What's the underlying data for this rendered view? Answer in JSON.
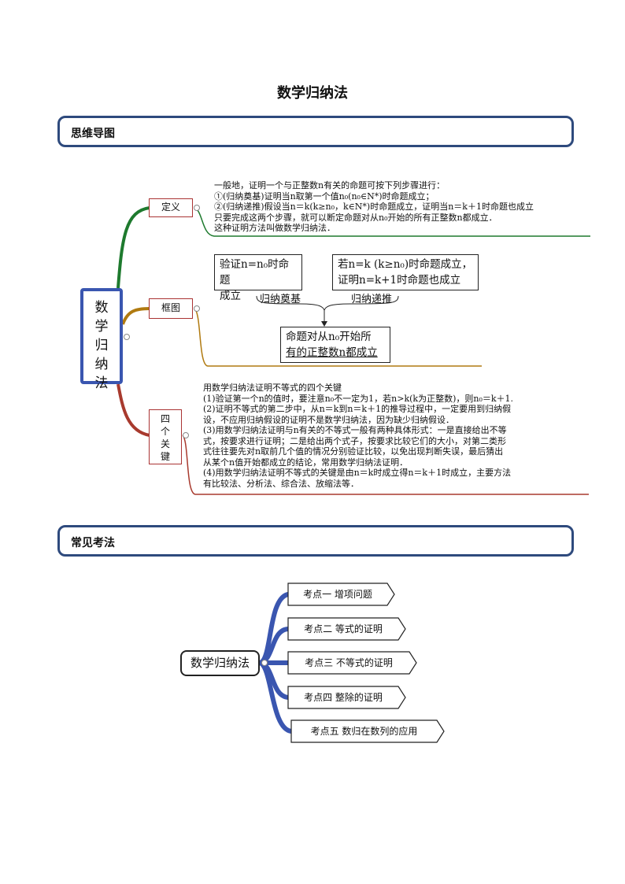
{
  "page_title": "数学归纳法",
  "sections": {
    "mindmap": "思维导图",
    "common": "常见考法"
  },
  "mindmap": {
    "root": [
      "数",
      "学",
      "归",
      "纳",
      "法"
    ],
    "branches": {
      "definition": {
        "label": "定义",
        "lines": [
          "一般地，证明一个与正整数n有关的命题可按下列步骤进行：",
          "①(归纳奠基)证明当n取第一个值n₀(n₀∈N*)时命题成立；",
          "②(归纳递推)假设当n＝k(k≥n₀，k∈N*)时命题成立，证明当n＝k＋1时命题也成立",
          "只要完成这两个步骤，就可以断定命题对从n₀开始的所有正整数n都成立．",
          "这种证明方法叫做数学归纳法．"
        ]
      },
      "flowchart": {
        "label": "框图",
        "box1_line1": "验证n=n₀时命题",
        "box1_line2": "成立",
        "box2_line1": "若n=k (k≥n₀)时命题成立，",
        "box2_line2": "证明n=k+1时命题也成立",
        "brace1": "归纳奠基",
        "brace2": "归纳递推",
        "box3_line1": "命题对从n₀开始所",
        "box3_line2": "有的正整数n都成立"
      },
      "keys": {
        "label": [
          "四",
          "个",
          "关",
          "键"
        ],
        "lines": [
          "用数学归纳法证明不等式的四个关键",
          "(1)验证第一个n的值时，要注意n₀不一定为1，若n>k(k为正整数)，则n₀＝k＋1.",
          "(2)证明不等式的第二步中，从n＝k到n＝k＋1的推导过程中，一定要用到归纳假",
          "设，不应用归纳假设的证明不是数学归纳法，因为缺少归纳假设．",
          "(3)用数学归纳法证明与n有关的不等式一般有两种具体形式：一是直接给出不等",
          "式，按要求进行证明；二是给出两个式子，按要求比较它们的大小，对第二类形",
          "式往往要先对n取前几个值的情况分别验证比较，以免出现判断失误，最后猜出",
          "从某个n值开始都成立的结论，常用数学归纳法证明．",
          "(4)用数学归纳法证明不等式的关键是由n＝k时成立得n＝k＋1时成立，主要方法",
          "有比较法、分析法、综合法、放缩法等．"
        ]
      }
    }
  },
  "exam": {
    "root": "数学归纳法",
    "items": [
      "考点一  增项问题",
      "考点二  等式的证明",
      "考点三  不等式的证明",
      "考点四  整除的证明",
      "考点五  数归在数列的应用"
    ]
  },
  "colors": {
    "section_border": "#2e4a7d",
    "root_border": "#3a56b0",
    "definition_branch": "#1e7a2e",
    "flowchart_branch": "#b07a10",
    "keys_branch": "#a83a2e",
    "exam_branch": "#3a56b0"
  }
}
